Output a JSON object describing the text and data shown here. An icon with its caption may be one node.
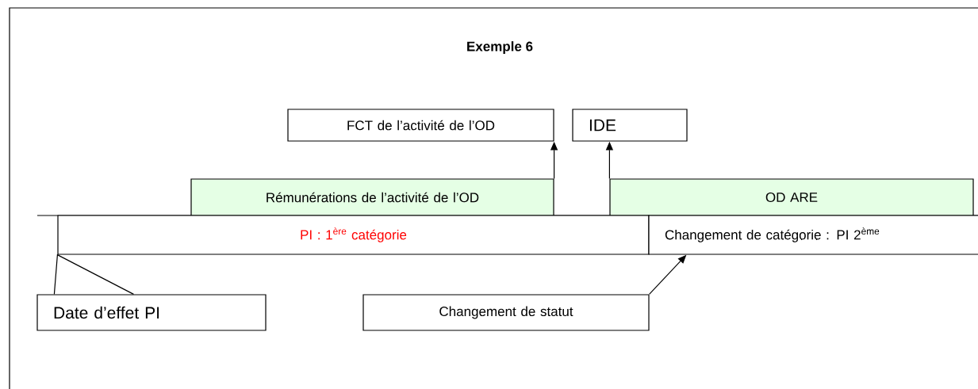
{
  "diagram": {
    "title": "Exemple 6",
    "nodes": [
      {
        "text": [
          "FCT de l’activité de l’OD"
        ]
      },
      {
        "text": [
          "IDE"
        ]
      },
      {
        "text": [
          "Rémunérations de l’activité de l’OD"
        ]
      },
      {
        "text": [
          "OD ARE"
        ]
      },
      {
        "text": [
          "PI : 1$^{ère}$ catégorie"
        ]
      },
      {
        "text": [
          "Changement de catégorie : PI 2$^{ème}$"
        ]
      },
      {
        "text": [
          "Date d’effet PI"
        ]
      },
      {
        "text": [
          "Changement de statut"
        ]
      }
    ],
    "edges": [
      {
        "from": 2,
        "to": 0,
        "arrow": "to"
      },
      {
        "from": 3,
        "to": 1,
        "arrow": "to"
      },
      {
        "from": 6,
        "to": 4,
        "arrow": "none"
      },
      {
        "from": 7,
        "to": 5,
        "arrow": "to"
      }
    ]
  }
}
